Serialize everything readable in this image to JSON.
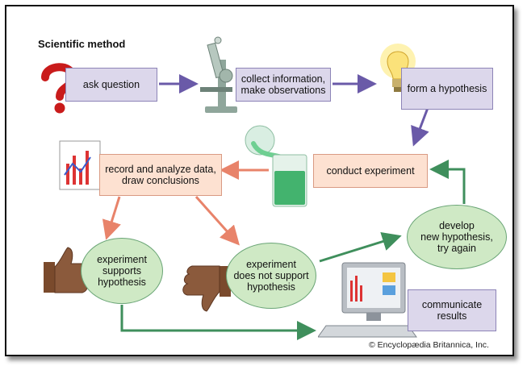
{
  "title": "Scientific method",
  "nodes": {
    "ask_question": "ask question",
    "collect_info": "collect information,\nmake observations",
    "form_hypothesis": "form a hypothesis",
    "conduct_experiment": "conduct experiment",
    "record_analyze": "record and analyze data,\ndraw conclusions",
    "supports": "experiment\nsupports\nhypothesis",
    "not_support": "experiment\ndoes not support\nhypothesis",
    "develop_new": "develop\nnew hypothesis,\ntry again",
    "communicate": "communicate\nresults"
  },
  "copyright": "© Encyclopædia Britannica, Inc.",
  "colors": {
    "purple_fill": "#dcd7eb",
    "purple_arrow": "#6a5aa8",
    "peach_fill": "#fde1d1",
    "peach_arrow": "#e8836a",
    "green_fill": "#cfe9c5",
    "green_arrow": "#3f8f5c"
  },
  "icons": [
    "question-mark-icon",
    "microscope-icon",
    "light-bulb-icon",
    "beaker-flask-icon",
    "data-chart-icon",
    "thumbs-up-icon",
    "thumbs-down-icon",
    "computer-icon"
  ]
}
